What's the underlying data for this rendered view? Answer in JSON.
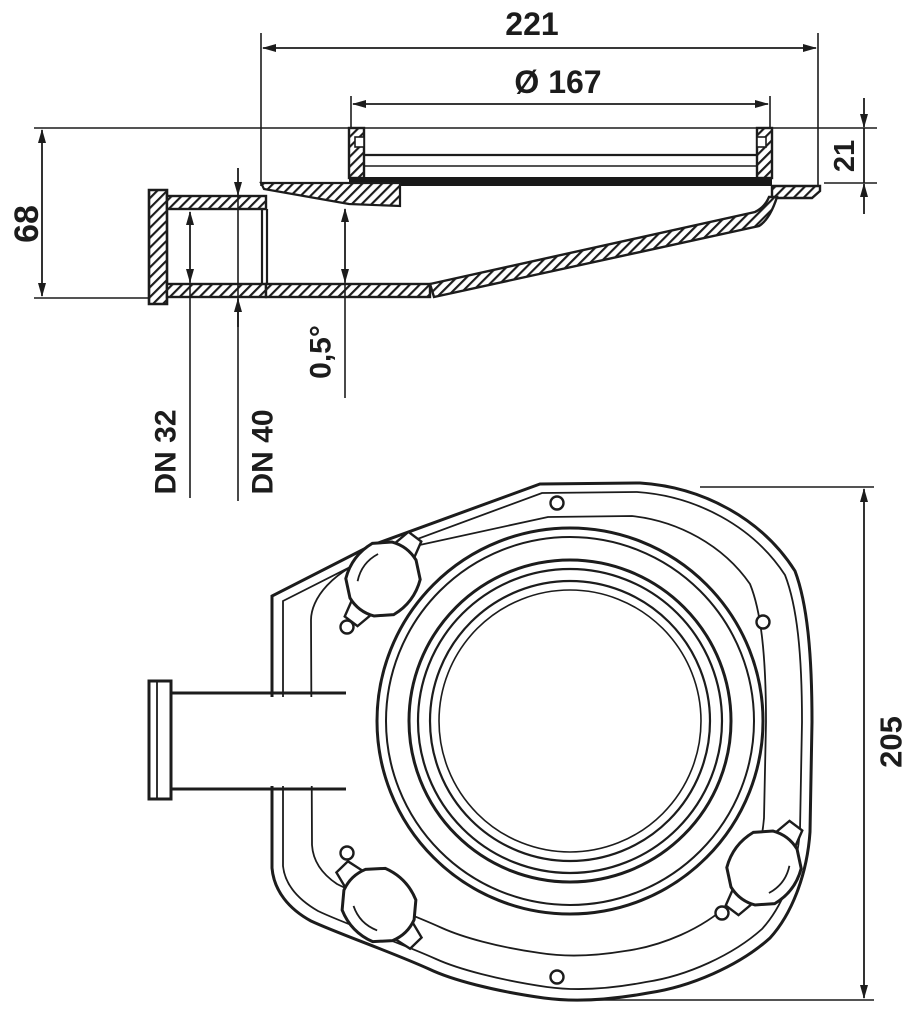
{
  "meta": {
    "title": "Floor drain two-view technical drawing",
    "views": [
      "section-side-view",
      "bottom-plan-view"
    ]
  },
  "colors": {
    "line": "#1c1c1c",
    "background": "#ffffff"
  },
  "section_view": {
    "dimensions": {
      "overall_width": "221",
      "grate_diameter": "Ø 167",
      "edge_height": "21",
      "body_height": "68",
      "outlet_inner_diameter": "DN 32",
      "outlet_outer_diameter": "DN 40",
      "floor_slope": "0,5°"
    }
  },
  "plan_view": {
    "dimensions": {
      "body_width": "205"
    }
  }
}
